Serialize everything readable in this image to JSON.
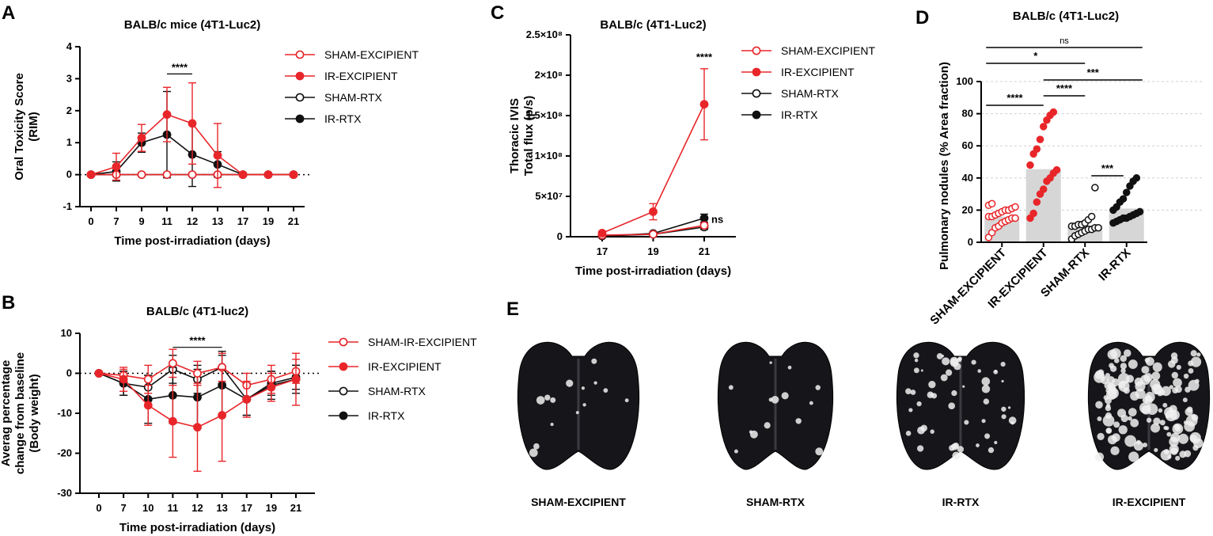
{
  "colors": {
    "red": "#e8262a",
    "black": "#111111",
    "bar_gray": "#d6d6d6"
  },
  "panels": {
    "A": "A",
    "B": "B",
    "C": "C",
    "D": "D",
    "E": "E"
  },
  "chart_data": [
    {
      "id": "A",
      "type": "line",
      "title": "BALB/c mice (4T1-Luc2)",
      "xlabel": "Time post-irradiation (days)",
      "ylabel": [
        "Oral Toxicity Score",
        "(RIM)"
      ],
      "x": [
        "0",
        "7",
        "9",
        "11",
        "12",
        "13",
        "17",
        "19",
        "21"
      ],
      "ylim": [
        -1,
        4
      ],
      "yticks": [
        -1,
        0,
        1,
        2,
        3,
        4
      ],
      "zero_line": "dotted",
      "significance": [
        {
          "x_from": "11",
          "x_to": "12",
          "y": 3.15,
          "label": "****"
        }
      ],
      "series": [
        {
          "name": "SHAM-EXCIPIENT",
          "color": "red",
          "marker": "open",
          "values": [
            0,
            0,
            0,
            0,
            0,
            0,
            0,
            0,
            0
          ],
          "err": [
            0,
            0,
            0,
            0,
            0,
            0,
            0,
            0,
            0
          ]
        },
        {
          "name": "IR-EXCIPIENT",
          "color": "red",
          "marker": "filled",
          "values": [
            0,
            0.25,
            1.15,
            1.88,
            1.6,
            0.6,
            0,
            0,
            0
          ],
          "err": [
            0,
            0.42,
            0.42,
            0.85,
            1.27,
            1.0,
            0,
            0,
            0
          ]
        },
        {
          "name": "SHAM-RTX",
          "color": "black",
          "marker": "open",
          "values": [
            0,
            0,
            0,
            0,
            0,
            0,
            0,
            0,
            0
          ],
          "err": [
            0,
            0,
            0,
            0,
            0,
            0,
            0,
            0,
            0
          ]
        },
        {
          "name": "IR-RTX",
          "color": "black",
          "marker": "filled",
          "values": [
            0,
            0.1,
            1.0,
            1.25,
            0.63,
            0.32,
            0,
            0,
            0
          ],
          "err": [
            0,
            0.3,
            0.3,
            1.35,
            1.0,
            0.4,
            0,
            0,
            0
          ]
        }
      ]
    },
    {
      "id": "B",
      "type": "line",
      "title": "BALB/c (4T1-luc2)",
      "xlabel": "Time post-irradiation (days)",
      "ylabel": [
        "Averag percentage",
        "change from baseline",
        "(Body weight)"
      ],
      "x": [
        "0",
        "7",
        "10",
        "11",
        "12",
        "13",
        "17",
        "19",
        "21"
      ],
      "ylim": [
        -30,
        10
      ],
      "yticks": [
        -30,
        -20,
        -10,
        0,
        10
      ],
      "zero_line": "dotted",
      "significance": [
        {
          "x_from": "11",
          "x_to": "13",
          "y": 6.5,
          "label": "****"
        }
      ],
      "series": [
        {
          "name": "SHAM-IR-EXCIPIENT",
          "color": "red",
          "marker": "open",
          "values": [
            0,
            -0.5,
            -1.5,
            2.5,
            0,
            1.5,
            -3,
            -1.5,
            0.5
          ],
          "err": [
            0,
            1.5,
            3.5,
            3.5,
            3.0,
            3.5,
            3.0,
            3.5,
            3.0
          ]
        },
        {
          "name": "IR-EXCIPIENT",
          "color": "red",
          "marker": "filled",
          "values": [
            0,
            -1.5,
            -8,
            -12,
            -13.5,
            -10.5,
            -6.5,
            -3.5,
            -1.5
          ],
          "err": [
            0,
            3.0,
            5.0,
            9.0,
            11.0,
            11.5,
            4.5,
            3.5,
            6.5
          ]
        },
        {
          "name": "SHAM-RTX",
          "color": "black",
          "marker": "open",
          "values": [
            0,
            -2.5,
            -3.5,
            1.0,
            -1.5,
            1.5,
            -6.5,
            -2.5,
            -1.0
          ],
          "err": [
            0,
            3.0,
            3.0,
            3.5,
            3.5,
            4.0,
            4.0,
            3.0,
            3.0
          ]
        },
        {
          "name": "IR-RTX",
          "color": "black",
          "marker": "filled",
          "values": [
            0,
            -2.5,
            -6.5,
            -5.5,
            -6,
            -3,
            -6.5,
            -3,
            -1.5
          ],
          "err": [
            0,
            3.0,
            6.0,
            7.0,
            7.0,
            7.5,
            4.0,
            3.5,
            3.5
          ]
        }
      ]
    },
    {
      "id": "C",
      "type": "line",
      "title": "BALB/c (4T1-Luc2)",
      "xlabel": "Time post-irradiation (days)",
      "ylabel": [
        "Thoracic IVIS",
        "Total flux (p/s)"
      ],
      "x": [
        "17",
        "19",
        "21"
      ],
      "ylim": [
        0,
        250000000
      ],
      "yticks": [
        0,
        50000000,
        100000000,
        150000000,
        200000000,
        250000000
      ],
      "ytick_labels": [
        "0",
        "5×10⁷",
        "1×10⁸",
        "1.5×10⁸",
        "2×10⁸",
        "2.5×10⁸"
      ],
      "annotations": [
        {
          "x": "21",
          "y": 218000000,
          "label": "****"
        },
        {
          "x": "21",
          "y": 17000000,
          "label": "ns"
        }
      ],
      "series": [
        {
          "name": "SHAM-EXCIPIENT",
          "color": "red",
          "marker": "open",
          "values": [
            2000000,
            3000000,
            14000000
          ],
          "err": [
            0,
            0,
            3000000
          ]
        },
        {
          "name": "IR-EXCIPIENT",
          "color": "red",
          "marker": "filled",
          "values": [
            4500000,
            31000000,
            164000000
          ],
          "err": [
            2000000,
            10000000,
            44000000
          ]
        },
        {
          "name": "SHAM-RTX",
          "color": "black",
          "marker": "open",
          "values": [
            1000000,
            3000000,
            12000000
          ],
          "err": [
            0,
            0,
            3000000
          ]
        },
        {
          "name": "IR-RTX",
          "color": "black",
          "marker": "filled",
          "values": [
            1000000,
            4000000,
            23000000
          ],
          "err": [
            0,
            0,
            5000000
          ]
        }
      ]
    },
    {
      "id": "D",
      "type": "bar",
      "title": "BALB/c (4T1-Luc2)",
      "ylabel": "Pulmonary nodules (% Area fraction)",
      "categories": [
        "SHAM-EXCIPIENT",
        "IR-EXCIPIENT",
        "SHAM-RTX",
        "IR-RTX"
      ],
      "ylim": [
        0,
        100
      ],
      "yticks": [
        0,
        20,
        40,
        60,
        80,
        100
      ],
      "values": [
        16,
        45.5,
        10.5,
        21
      ],
      "points": [
        {
          "category": "SHAM-EXCIPIENT",
          "marker": "open",
          "color": "red",
          "values": [
            3,
            6,
            9,
            10,
            12,
            13,
            14,
            15,
            15,
            16,
            16,
            17,
            18,
            19,
            20,
            20,
            21,
            22,
            23,
            24
          ]
        },
        {
          "category": "IR-EXCIPIENT",
          "marker": "filled",
          "color": "red",
          "values": [
            15,
            18,
            25,
            30,
            33,
            38,
            40,
            43,
            45,
            48,
            55,
            58,
            64,
            72,
            76,
            79,
            81
          ]
        },
        {
          "category": "SHAM-RTX",
          "marker": "open",
          "color": "black",
          "values": [
            2,
            4,
            5,
            6,
            7,
            8,
            8,
            9,
            9,
            10,
            10,
            11,
            11,
            12,
            14,
            16,
            34
          ]
        },
        {
          "category": "IR-RTX",
          "marker": "filled",
          "color": "black",
          "values": [
            12,
            13,
            14,
            15,
            15,
            16,
            17,
            18,
            19,
            20,
            22,
            25,
            27,
            31,
            35,
            38,
            40
          ]
        }
      ],
      "significance": [
        {
          "from": 0,
          "to": 3,
          "label": "ns"
        },
        {
          "from": 0,
          "to": 2,
          "label": "*"
        },
        {
          "from": 1,
          "to": 3,
          "label": "***"
        },
        {
          "from": 1,
          "to": 2,
          "label": "****"
        },
        {
          "from": 0,
          "to": 1,
          "label": "****"
        },
        {
          "from": 2,
          "to": 3,
          "label": "***"
        }
      ]
    }
  ],
  "photos": [
    {
      "caption": "SHAM-EXCIPIENT",
      "nodules": "few"
    },
    {
      "caption": "SHAM-RTX",
      "nodules": "few"
    },
    {
      "caption": "IR-RTX",
      "nodules": "many"
    },
    {
      "caption": "IR-EXCIPIENT",
      "nodules": "dense"
    }
  ]
}
